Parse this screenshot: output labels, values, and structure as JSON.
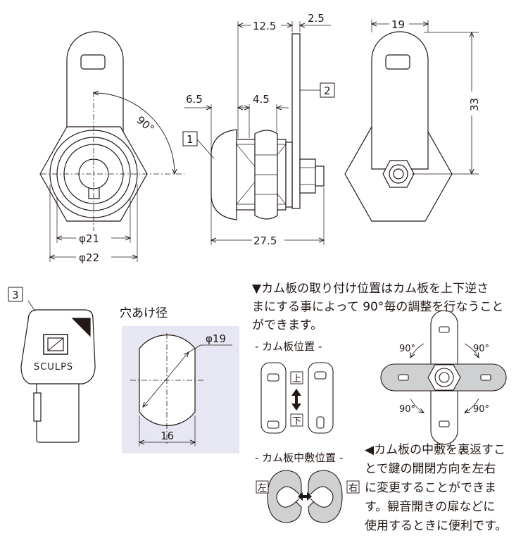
{
  "dimensions": {
    "d_12_5": "12.5",
    "d_2_5": "2.5",
    "d_19_top": "19",
    "d_6_5": "6.5",
    "d_4_5": "4.5",
    "d_33": "33",
    "d_27_5": "27.5",
    "phi21": "φ21",
    "phi22": "φ22",
    "angle_90": "90°",
    "hole_phi19": "φ19",
    "hole_16": "16"
  },
  "callouts": {
    "c1": "1",
    "c2": "2",
    "c3": "3"
  },
  "key_brand": "SCULPS",
  "hole_title": "穴あけ径",
  "description": {
    "line1": "▼カム板の取り付け位置はカム板を上下逆さ",
    "line2": "まにする事によって 90°毎の調整を行なうこと",
    "line3": "ができます。"
  },
  "cam_position": {
    "title": "- カム板位置 -",
    "up": "上",
    "down": "下"
  },
  "rotation": {
    "a1": "90°",
    "a2": "90°",
    "a3": "90°",
    "a4": "90°"
  },
  "cam_center": {
    "title": "- カム板中敷位置 -",
    "left": "左",
    "right": "右"
  },
  "note": {
    "line1": "◀カム板の中敷を裏返すこ",
    "line2": "とで鍵の開閉方向を左右",
    "line3": "に変更することができま",
    "line4": "す。観音開きの扉などに",
    "line5": "使用するときに便利です。"
  },
  "colors": {
    "line": "#231815",
    "hole_bg": "#e6e7f2",
    "body_fill": "#ffffff"
  }
}
